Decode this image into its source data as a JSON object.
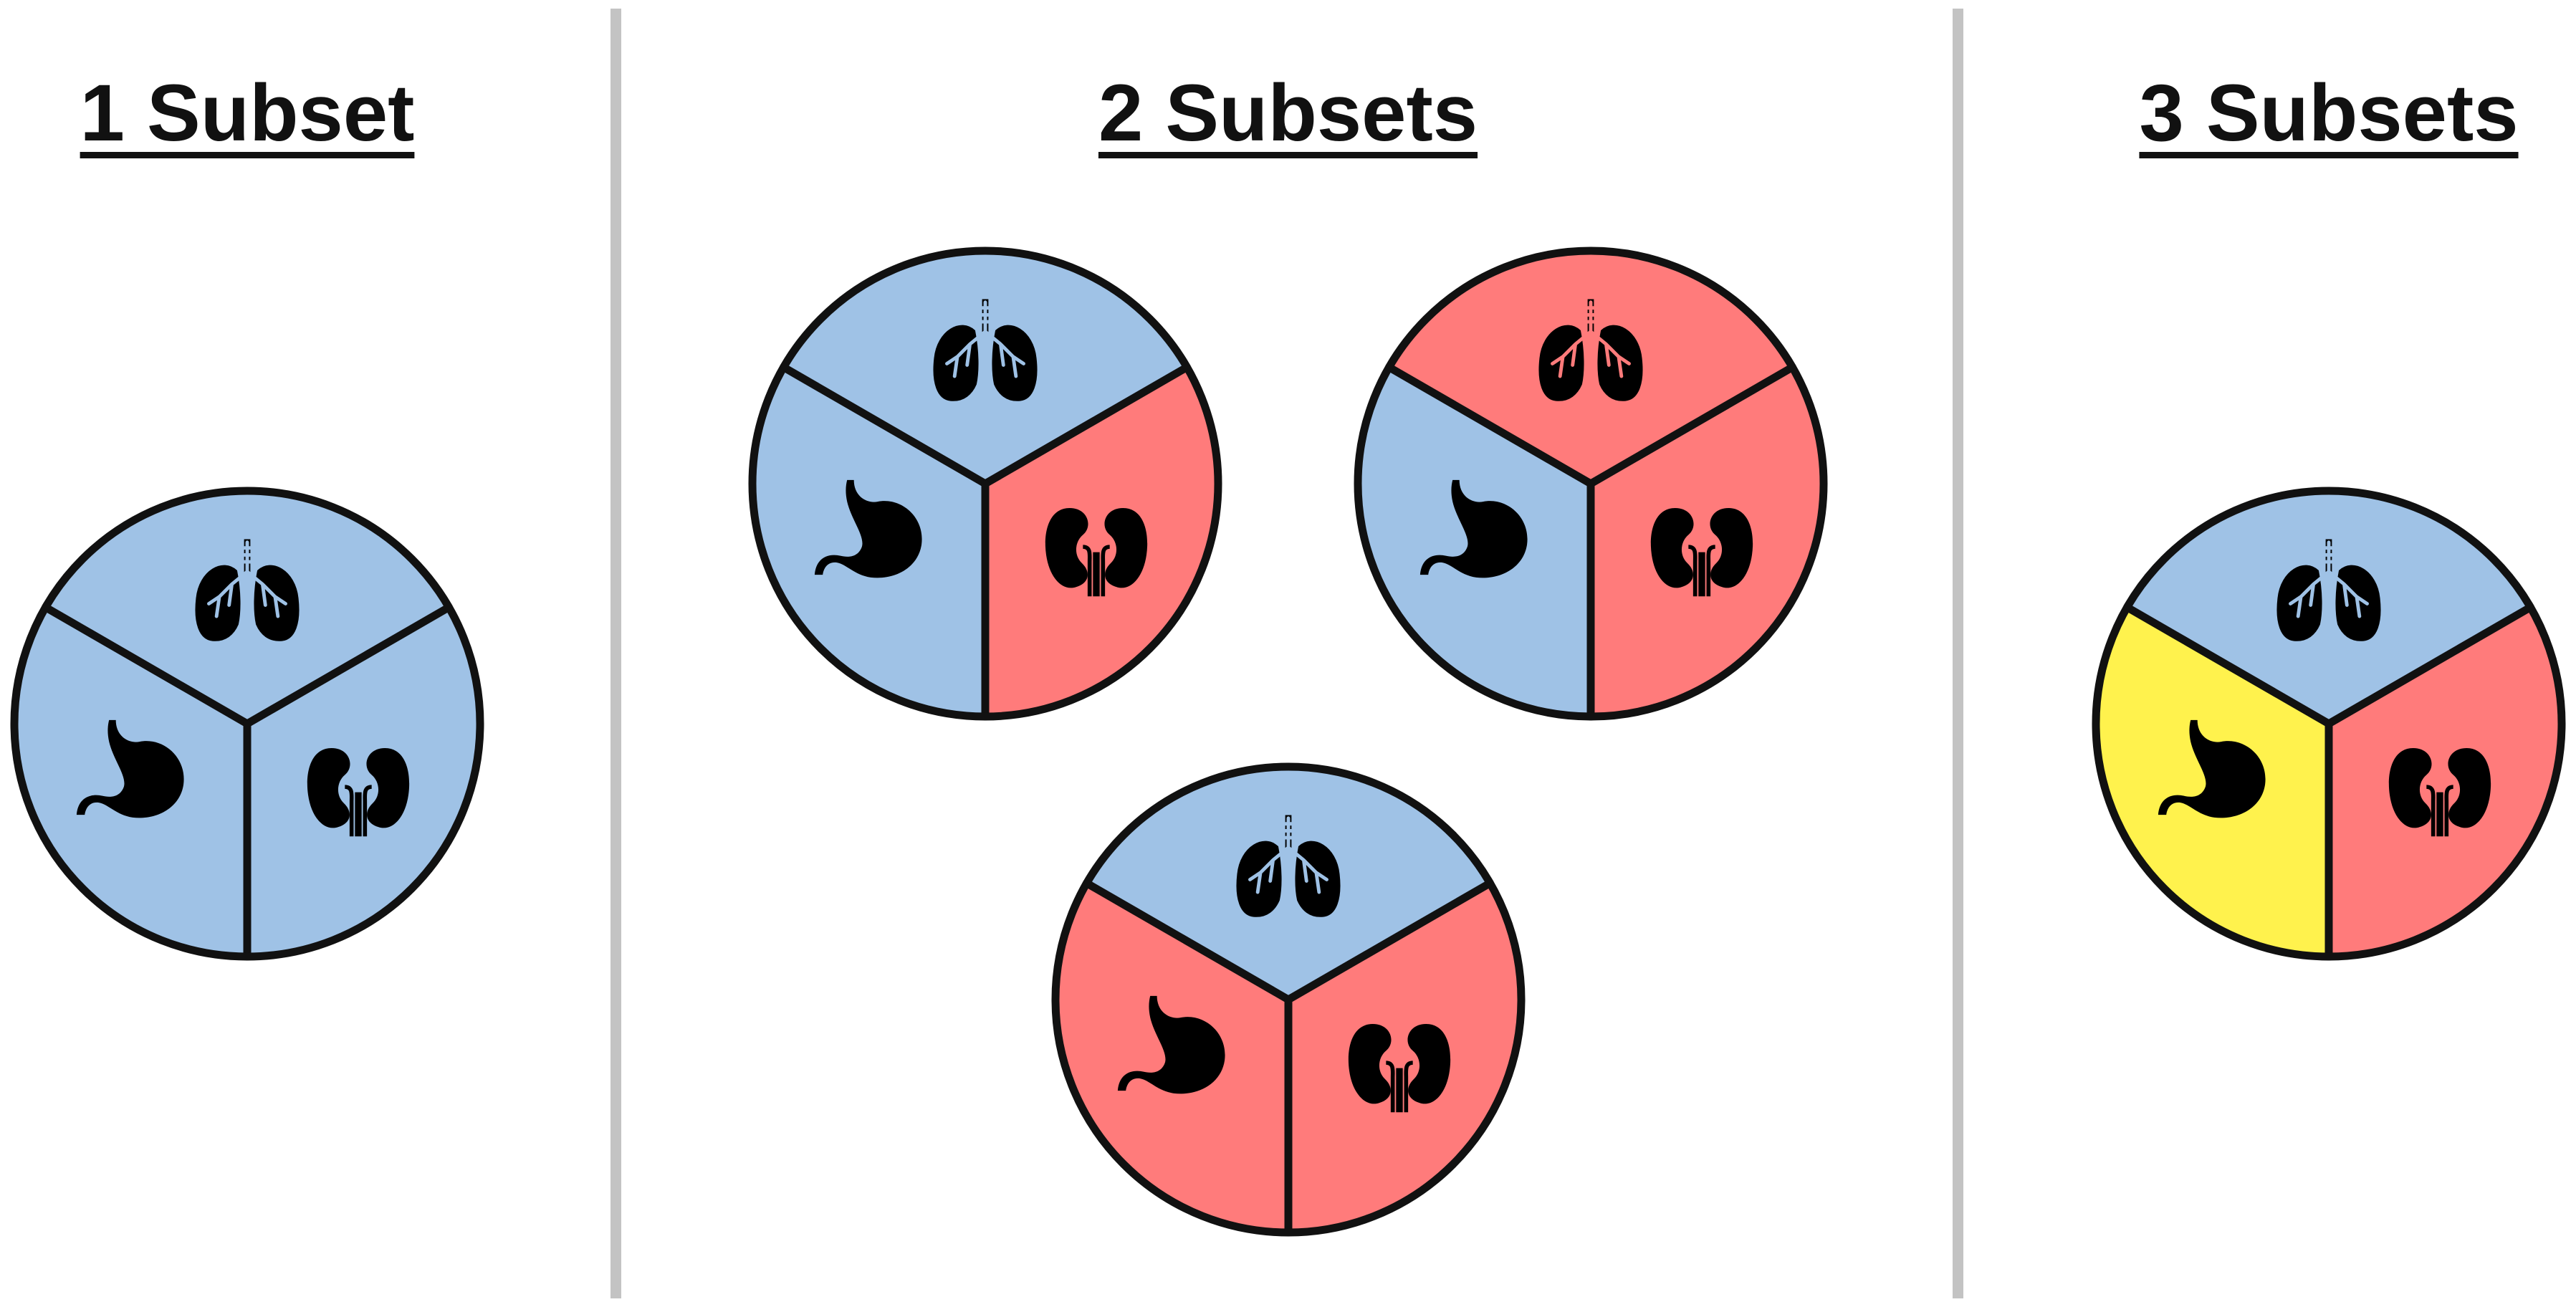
{
  "colors": {
    "blue": "#9fc2e6",
    "red": "#ff7b7b",
    "yellow": "#fff24d",
    "outline": "#111111",
    "divider": "#c3c3c3",
    "organ_icon": "#000000"
  },
  "panels": [
    {
      "title": "1 Subset",
      "circles": [
        {
          "lungs": "blue",
          "stomach": "blue",
          "kidneys": "blue"
        }
      ]
    },
    {
      "title": "2 Subsets",
      "circles": [
        {
          "lungs": "blue",
          "stomach": "blue",
          "kidneys": "red"
        },
        {
          "lungs": "red",
          "stomach": "blue",
          "kidneys": "red"
        },
        {
          "lungs": "blue",
          "stomach": "red",
          "kidneys": "red"
        }
      ]
    },
    {
      "title": "3 Subsets",
      "circles": [
        {
          "lungs": "blue",
          "stomach": "yellow",
          "kidneys": "red"
        }
      ]
    }
  ],
  "icons": {
    "lungs": "lungs-icon",
    "stomach": "stomach-icon",
    "kidneys": "kidneys-icon"
  }
}
